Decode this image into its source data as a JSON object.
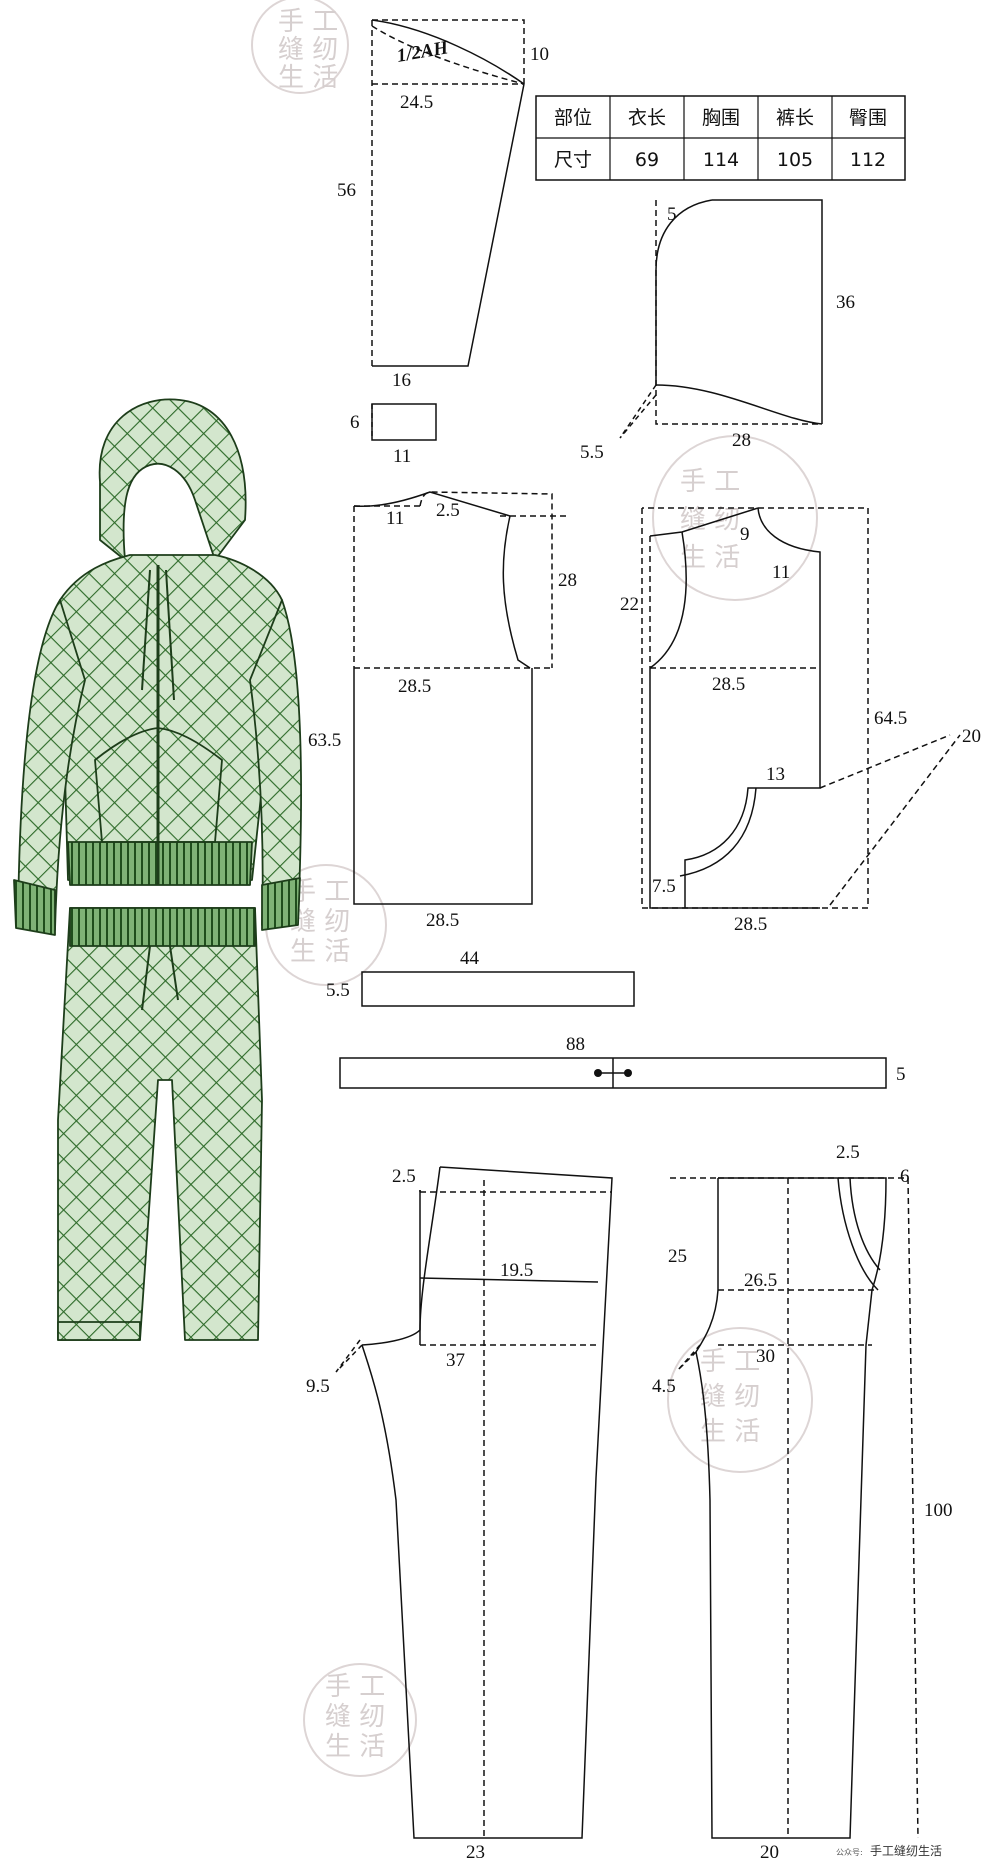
{
  "table": {
    "headers": [
      "部位",
      "衣长",
      "胸围",
      "裤长",
      "臀围"
    ],
    "row": [
      "尺寸",
      "69",
      "114",
      "105",
      "112"
    ]
  },
  "sleeve": {
    "armhole": "1/2AH",
    "cap_height": "10",
    "width": "24.5",
    "length": "56",
    "cuff_width": "16"
  },
  "cuff": {
    "height": "6",
    "width": "11"
  },
  "hood": {
    "curve": "5",
    "height": "36",
    "width": "28",
    "neck_offset": "5.5"
  },
  "back_bodice": {
    "neck_width": "11",
    "neck_drop": "2.5",
    "armhole_depth": "28",
    "chest": "28.5",
    "length": "63.5",
    "hem": "28.5"
  },
  "front_bodice": {
    "neck_depth": "9",
    "neck_width": "11",
    "shoulder_drop": "22",
    "chest": "28.5",
    "length": "64.5",
    "pocket_width": "13",
    "pocket_side": "7.5",
    "hem": "28.5",
    "pocket_offset": "20"
  },
  "hem_band": {
    "length": "44",
    "height": "5.5"
  },
  "waistband": {
    "length": "88",
    "height": "5"
  },
  "back_pants": {
    "waist_rise": "2.5",
    "hip": "19.5",
    "crotch": "37",
    "crotch_ext": "9.5",
    "hem": "23"
  },
  "front_pants": {
    "waist_rise": "2.5",
    "pocket": "6",
    "rise": "25",
    "hip": "26.5",
    "crotch": "30",
    "crotch_ext": "4.5",
    "length": "100",
    "hem": "20"
  },
  "watermark": {
    "line1": "手  工",
    "line2": "缝  纫",
    "line3": "生  活"
  },
  "footer": {
    "prefix": "公众号:",
    "name": "手工缝纫生活"
  },
  "colors": {
    "line": "#111111",
    "garment_fill": "#cfe3c9",
    "garment_hatch": "#2e6b2a",
    "rib_fill": "#4a8a42",
    "watermark": "#d6cfcf"
  }
}
